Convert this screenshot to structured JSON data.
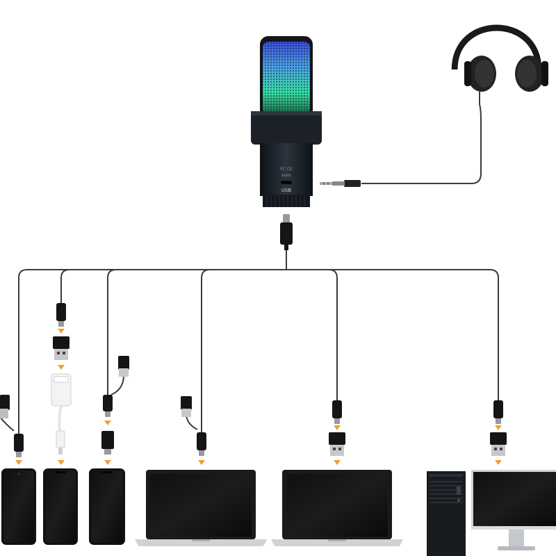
{
  "diagram": {
    "microphone": {
      "port_label": "USB",
      "cert_marks": "FC CE",
      "rohs_mark": "RoHS"
    },
    "headphones": {
      "name": "headphones"
    },
    "devices": [
      {
        "name": "android-phone"
      },
      {
        "name": "iphone-lightning"
      },
      {
        "name": "iphone-usbc"
      },
      {
        "name": "macbook-left"
      },
      {
        "name": "macbook-right"
      },
      {
        "name": "desktop-pc"
      }
    ],
    "colors": {
      "cable": "#3a3a3a",
      "arrow": "#f0a030",
      "mic_body": "#1c2128",
      "led_glow": "#35e0a6"
    }
  }
}
